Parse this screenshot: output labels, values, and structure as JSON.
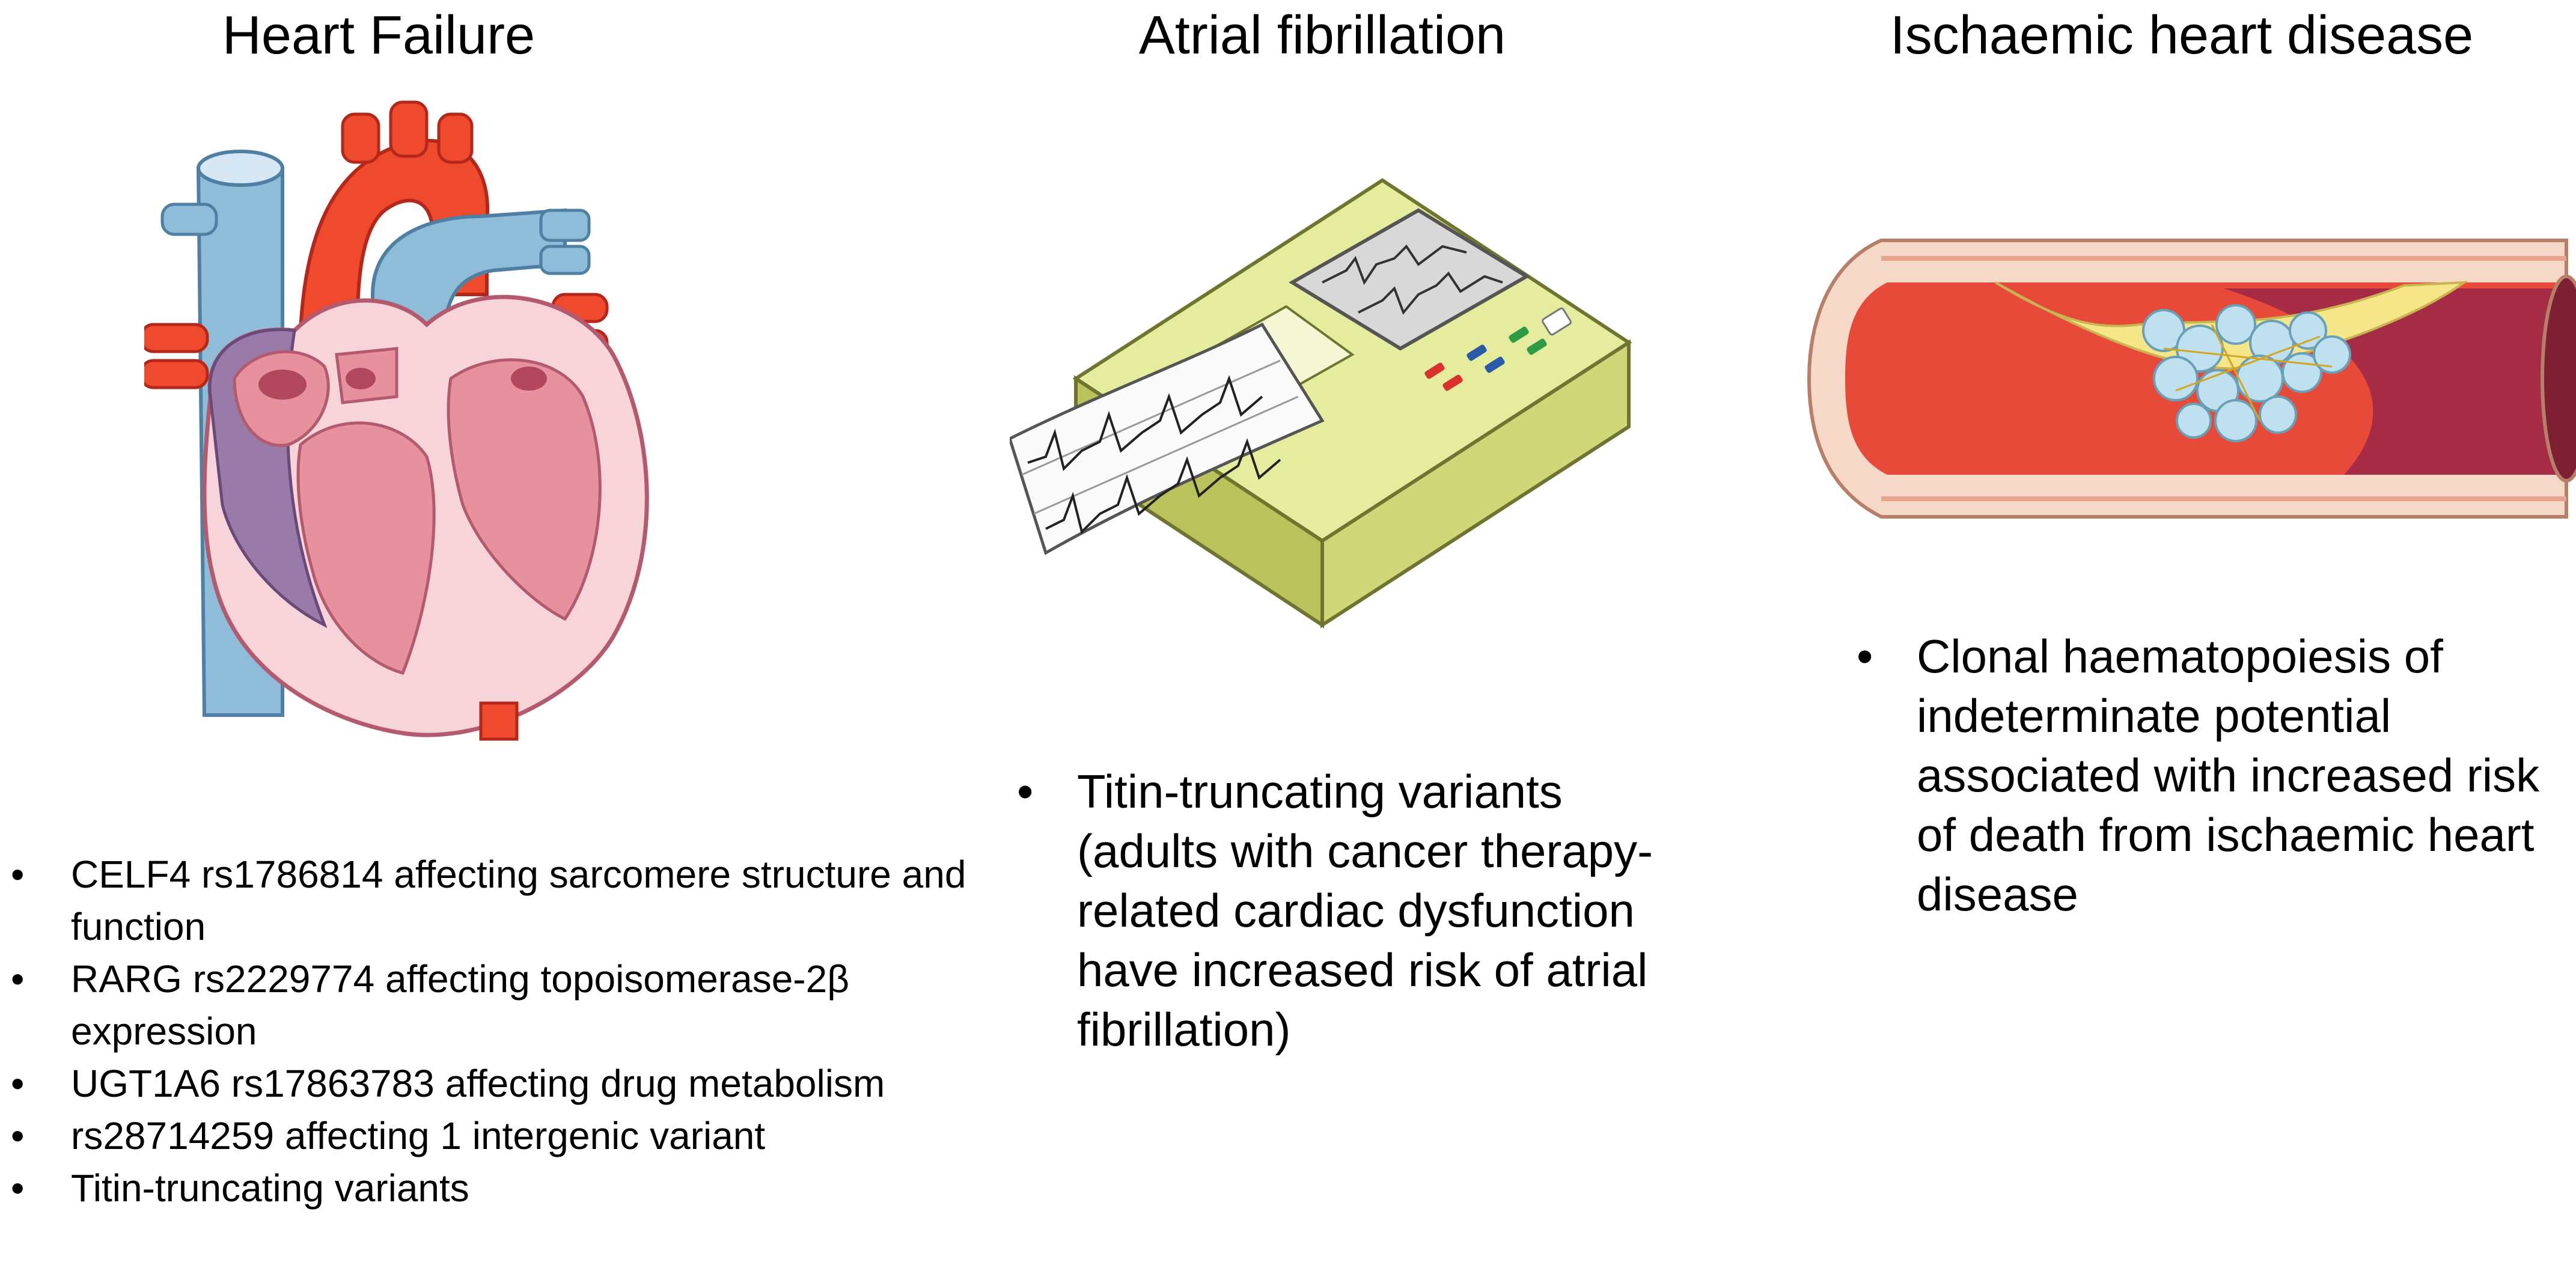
{
  "panels": {
    "heart_failure": {
      "title": "Heart Failure",
      "bullets": [
        "CELF4 rs1786814 affecting sarcomere structure and function",
        "RARG rs2229774 affecting topoisomerase-2β expression",
        "UGT1A6 rs17863783 affecting drug metabolism",
        "rs28714259 affecting 1 intergenic variant",
        "Titin-truncating variants"
      ]
    },
    "atrial_fibrillation": {
      "title": "Atrial fibrillation",
      "bullets": [
        "Titin-truncating variants (adults with cancer therapy-related cardiac dysfunction have increased risk of atrial fibrillation)"
      ]
    },
    "ischaemic_heart_disease": {
      "title": "Ischaemic heart disease",
      "bullets": [
        "Clonal haematopoiesis of indeterminate potential associated with increased risk of death from ischaemic heart disease"
      ]
    }
  },
  "colors": {
    "artery_red": "#f04a2e",
    "vein_blue": "#8fbcd9",
    "myocardium_pink": "#e7909e",
    "ecg_device": "#dfe79a",
    "vessel_lumen": "#c8384a",
    "plaque_yellow": "#f6e68a",
    "clot_blue": "#bfe0ee"
  },
  "icons": [
    "heart-illustration",
    "ecg-machine-illustration",
    "artery-plaque-illustration"
  ]
}
